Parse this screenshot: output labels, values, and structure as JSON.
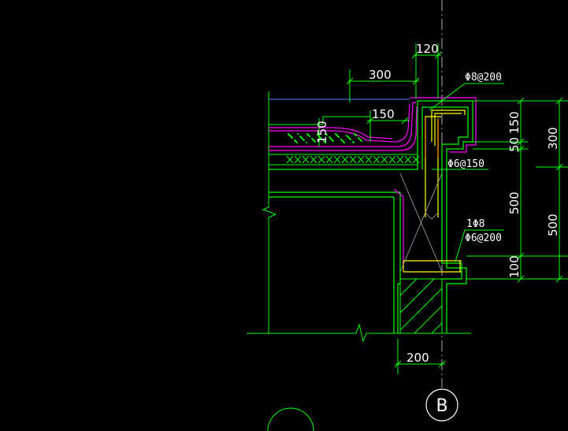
{
  "colors": {
    "background": "#000000",
    "concrete_outline": "#00ff00",
    "membrane": "#ff00ff",
    "rebar": "#ffff00",
    "rebar_main": "#ff8800",
    "dimension": "#ffffff",
    "blue_line": "#5a7dff"
  },
  "dimensions": {
    "top_120": "120",
    "top_300": "300",
    "slope_150": "150",
    "small_150": "150",
    "bottom_200": "200",
    "right_150": "150",
    "right_50": "50",
    "right_500": "500",
    "right_100": "100",
    "far_300": "300",
    "far_500": "500"
  },
  "rebar_labels": {
    "top_bar": "Φ8@200",
    "mid_bar": "Φ6@150",
    "low_bar_a": "1Φ8",
    "low_bar_b": "Φ6@200"
  },
  "axis": {
    "label": "B"
  }
}
